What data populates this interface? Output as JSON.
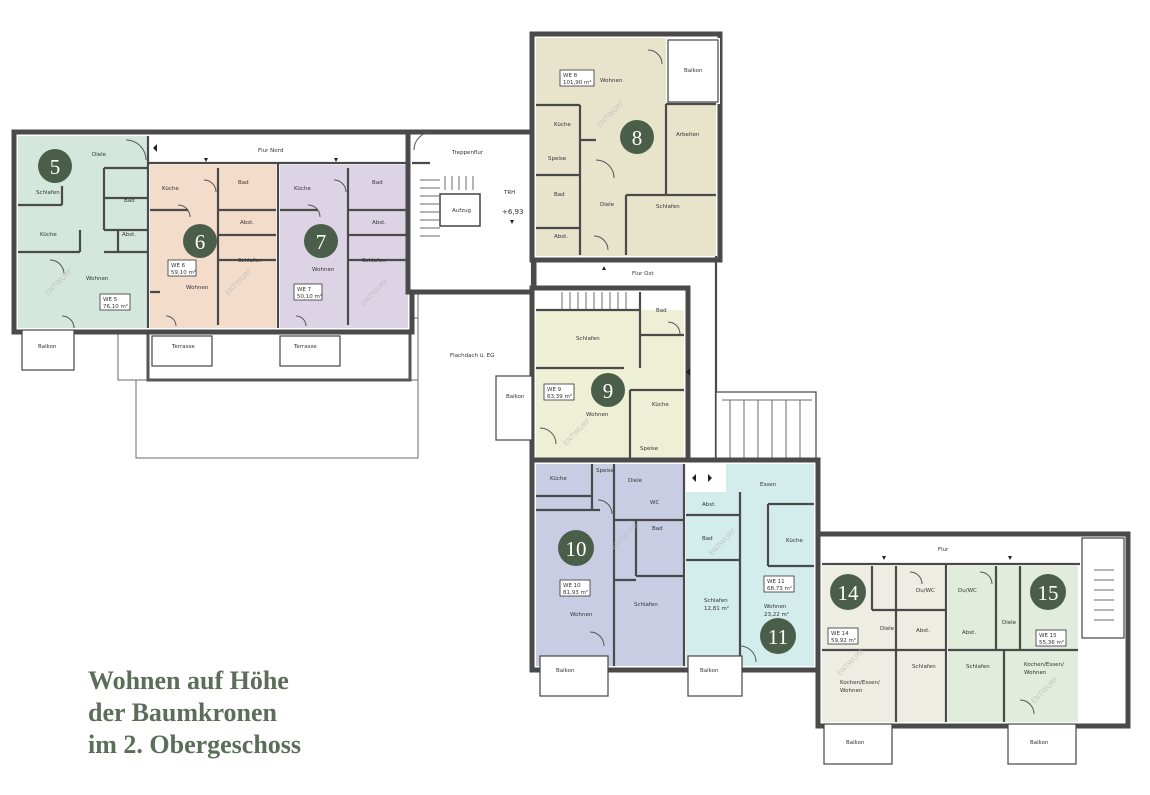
{
  "colors": {
    "unit_5": "#d4e7dc",
    "unit_6": "#f4dccb",
    "unit_7": "#dcd4e5",
    "unit_8": "#e8e4cc",
    "unit_9": "#eef0d6",
    "unit_10": "#c9cde3",
    "unit_11": "#d3ecec",
    "unit_14": "#eeede3",
    "unit_15": "#e2ecdc",
    "badge": "#4b5e4a",
    "heading": "#5c6e5a"
  },
  "heading": {
    "line1": "Wohnen auf Höhe",
    "line2": "der Baumkronen",
    "line3": "im 2. Obergeschoss"
  },
  "corridors": {
    "flur_nord": "Flur Nord",
    "treppenflur": "Treppenflur",
    "flur_ost": "Flur Ost",
    "flur": "Flur",
    "aufzug": "Aufzug",
    "trh": "TRH",
    "level": "+6,93",
    "flachdach": "Flachdach ü. EG"
  },
  "watermark": "ENTWURF",
  "units": {
    "u5": {
      "badge": "5",
      "box_line1": "WE 5",
      "box_line2": "76,10 m²",
      "rooms": {
        "diele": "Diele",
        "schlafen": "Schlafen",
        "bad": "Bad",
        "kueche": "Küche",
        "abst": "Abst.",
        "wohnen": "Wohnen",
        "balkon": "Balkon"
      }
    },
    "u6": {
      "badge": "6",
      "box_line1": "WE 6",
      "box_line2": "59,10 m²",
      "rooms": {
        "kueche": "Küche",
        "bad": "Bad",
        "abst": "Abst.",
        "schlafen": "Schlafen",
        "wohnen": "Wohnen",
        "terrasse": "Terrasse"
      }
    },
    "u7": {
      "badge": "7",
      "box_line1": "WE 7",
      "box_line2": "50,10 m²",
      "rooms": {
        "kueche": "Küche",
        "bad": "Bad",
        "abst": "Abst.",
        "schlafen": "Schlafen",
        "wohnen": "Wohnen",
        "terrasse": "Terrasse"
      }
    },
    "u8": {
      "badge": "8",
      "box_line1": "WE 8",
      "box_line2": "101,90 m²",
      "rooms": {
        "wohnen": "Wohnen",
        "kueche": "Küche",
        "speise": "Speise",
        "arbeiten": "Arbeiten",
        "bad": "Bad",
        "diele": "Diele",
        "schlafen": "Schlafen",
        "abst": "Abst.",
        "balkon": "Balkon"
      }
    },
    "u9": {
      "badge": "9",
      "box_line1": "WE 9",
      "box_line2": "63,39 m²",
      "rooms": {
        "schlafen": "Schlafen",
        "bad": "Bad",
        "wohnen": "Wohnen",
        "kueche": "Küche",
        "speise": "Speise",
        "balkon": "Balkon"
      }
    },
    "u10": {
      "badge": "10",
      "box_line1": "WE 10",
      "box_line2": "81,93 m²",
      "rooms": {
        "kueche": "Küche",
        "speise": "Speise",
        "diele": "Diele",
        "wc": "WC",
        "bad": "Bad",
        "wohnen": "Wohnen",
        "schlafen": "Schlafen",
        "balkon": "Balkon"
      }
    },
    "u11": {
      "badge": "11",
      "box_line1": "WE 11",
      "box_line2": "68,73 m²",
      "rooms": {
        "essen": "Essen",
        "abst": "Abst.",
        "bad": "Bad",
        "kueche": "Küche",
        "schlafen": "Schlafen",
        "schlafen_area": "12,81 m²",
        "wohnen": "Wohnen",
        "wohnen_area": "23,22 m²",
        "balkon": "Balkon"
      }
    },
    "u14": {
      "badge": "14",
      "box_line1": "WE 14",
      "box_line2": "59,92 m²",
      "rooms": {
        "du_wc": "Du/WC",
        "diele": "Diele",
        "abst": "Abst.",
        "kochen": "Kochen/Essen/",
        "wohnen": "Wohnen",
        "schlafen": "Schlafen",
        "balkon": "Balkon"
      }
    },
    "u15": {
      "badge": "15",
      "box_line1": "WE 15",
      "box_line2": "55,36 m²",
      "rooms": {
        "du_wc": "Du/WC",
        "abst": "Abst.",
        "diele": "Diele",
        "schlafen": "Schlafen",
        "kochen": "Kochen/Essen/",
        "wohnen": "Wohnen",
        "balkon": "Balkon"
      }
    }
  }
}
